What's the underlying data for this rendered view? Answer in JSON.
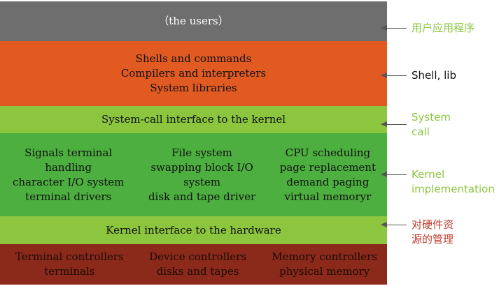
{
  "layers": {
    "users": {
      "lines": [
        "（the users）"
      ]
    },
    "shell": {
      "lines": [
        "Shells and commands",
        "Compilers and interpreters",
        "System libraries"
      ]
    },
    "syscall": {
      "lines": [
        "System-call interface to the kernel"
      ]
    },
    "kernel": {
      "columns": [
        [
          "Signals terminal",
          "handling",
          "character I/O system",
          "terminal drivers"
        ],
        [
          "File system",
          "swapping block I/O",
          "system",
          "disk and tape driver"
        ],
        [
          "CPU scheduling",
          "page replacement",
          "demand paging",
          "virtual memoryr"
        ]
      ]
    },
    "hwif": {
      "lines": [
        "Kernel interface to the hardware"
      ]
    },
    "hardware": {
      "columns": [
        [
          "Terminal controllers",
          "terminals"
        ],
        [
          "Device controllers",
          "disks and tapes"
        ],
        [
          "Memory controllers",
          "physical memory"
        ]
      ]
    }
  },
  "annotations": [
    {
      "lines": [
        "用户应用程序"
      ],
      "color": "#8cc63f"
    },
    {
      "lines": [
        "Shell, lib"
      ],
      "color": "#111111"
    },
    {
      "lines": [
        "System",
        "call"
      ],
      "color": "#8cc63f"
    },
    {
      "lines": [
        "Kernel",
        "implementation"
      ],
      "color": "#8cc63f"
    },
    {
      "lines": [
        "对硬件资",
        "源的管理"
      ],
      "color": "#c0392b"
    }
  ],
  "colors": {
    "users": "#6e6e6e",
    "shell": "#e05a22",
    "syscall": "#8cc63f",
    "kernel": "#4caf3f",
    "hwif": "#8cc63f",
    "hardware": "#8b2a1a"
  }
}
